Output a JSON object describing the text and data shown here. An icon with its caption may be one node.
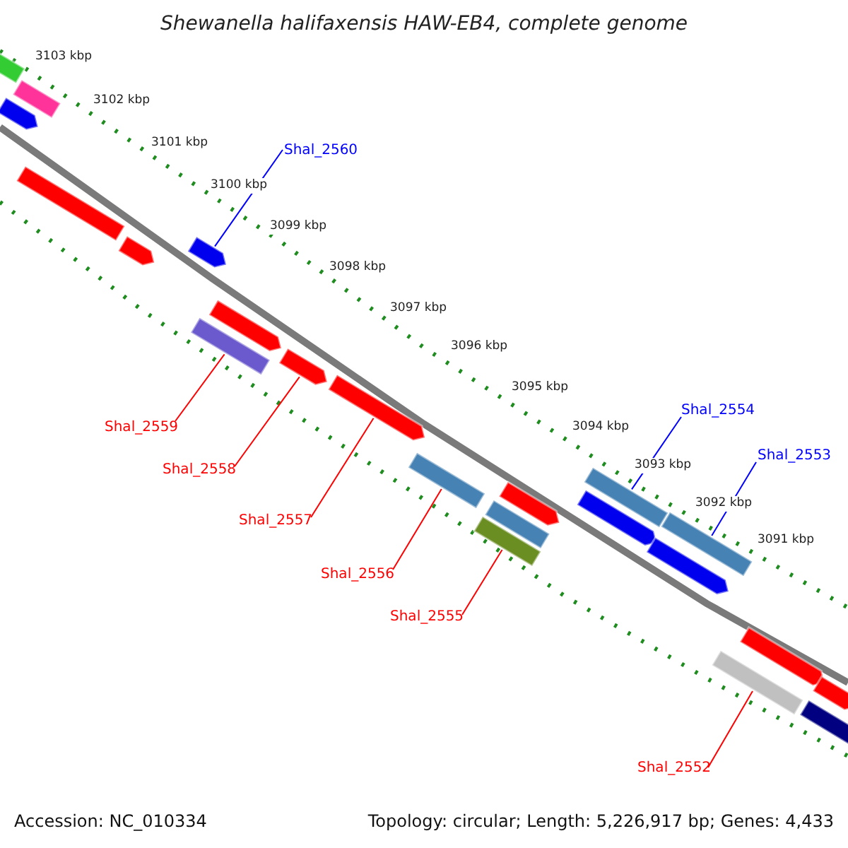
{
  "diagram": {
    "title": "Shewanella halifaxensis HAW-EB4, complete genome",
    "nodes": [
      {
        "text": [
          "Shal_2560"
        ]
      },
      {
        "text": [
          "Shal_2554"
        ]
      },
      {
        "text": [
          "Shal_2553"
        ]
      },
      {
        "text": [
          "Shal_2559"
        ]
      },
      {
        "text": [
          "Shal_2558"
        ]
      },
      {
        "text": [
          "Shal_2557"
        ]
      },
      {
        "text": [
          "Shal_2556"
        ]
      },
      {
        "text": [
          "Shal_2555"
        ]
      },
      {
        "text": [
          "Shal_2552"
        ]
      },
      {
        "text": [],
        "shape": "bar"
      },
      {
        "text": [],
        "shape": "bar"
      },
      {
        "text": [],
        "shape": "bar"
      },
      {
        "text": [],
        "shape": "bar"
      },
      {
        "text": [],
        "shape": "bar"
      },
      {
        "text": [],
        "shape": "bar"
      },
      {
        "text": [],
        "shape": "bar"
      },
      {
        "text": [],
        "shape": "bar"
      },
      {
        "text": [],
        "shape": "bar"
      },
      {
        "text": [],
        "shape": "bar"
      },
      {
        "text": [],
        "shape": "bar"
      },
      {
        "text": [],
        "shape": "bar"
      },
      {
        "text": [],
        "shape": "bar"
      },
      {
        "text": [],
        "shape": "bar"
      },
      {
        "text": [],
        "shape": "bar"
      },
      {
        "text": [],
        "shape": "bar"
      },
      {
        "text": [],
        "shape": "bar"
      },
      {
        "text": [],
        "shape": "bar"
      },
      {
        "text": [],
        "shape": "bar"
      },
      {
        "text": [],
        "shape": "bar"
      },
      {
        "text": [],
        "shape": "bar"
      },
      {
        "text": [],
        "shape": "bar"
      }
    ],
    "edges": [
      {
        "from": 0,
        "to": 14,
        "arrow": "none",
        "color": "#0000ff"
      },
      {
        "from": 1,
        "to": 24,
        "arrow": "none",
        "color": "#0000ff"
      },
      {
        "from": 2,
        "to": 26,
        "arrow": "none",
        "color": "#0000ff"
      },
      {
        "from": 3,
        "to": 15,
        "arrow": "none"
      },
      {
        "from": 4,
        "to": 17,
        "arrow": "none"
      },
      {
        "from": 5,
        "to": 18,
        "arrow": "none"
      },
      {
        "from": 6,
        "to": 19,
        "arrow": "none"
      },
      {
        "from": 7,
        "to": 20,
        "arrow": "none"
      },
      {
        "from": 8,
        "to": 27,
        "arrow": "none"
      }
    ],
    "labels": [
      "3103 kbp",
      "3102 kbp",
      "3101 kbp",
      "3100 kbp",
      "3099 kbp",
      "3098 kbp",
      "3097 kbp",
      "3096 kbp",
      "3095 kbp",
      "3094 kbp",
      "3093 kbp",
      "3092 kbp",
      "3091 kbp",
      "Accession: NC_010334",
      "Topology: circular; Length: 5,226,917 bp; Genes: 4,433"
    ]
  }
}
